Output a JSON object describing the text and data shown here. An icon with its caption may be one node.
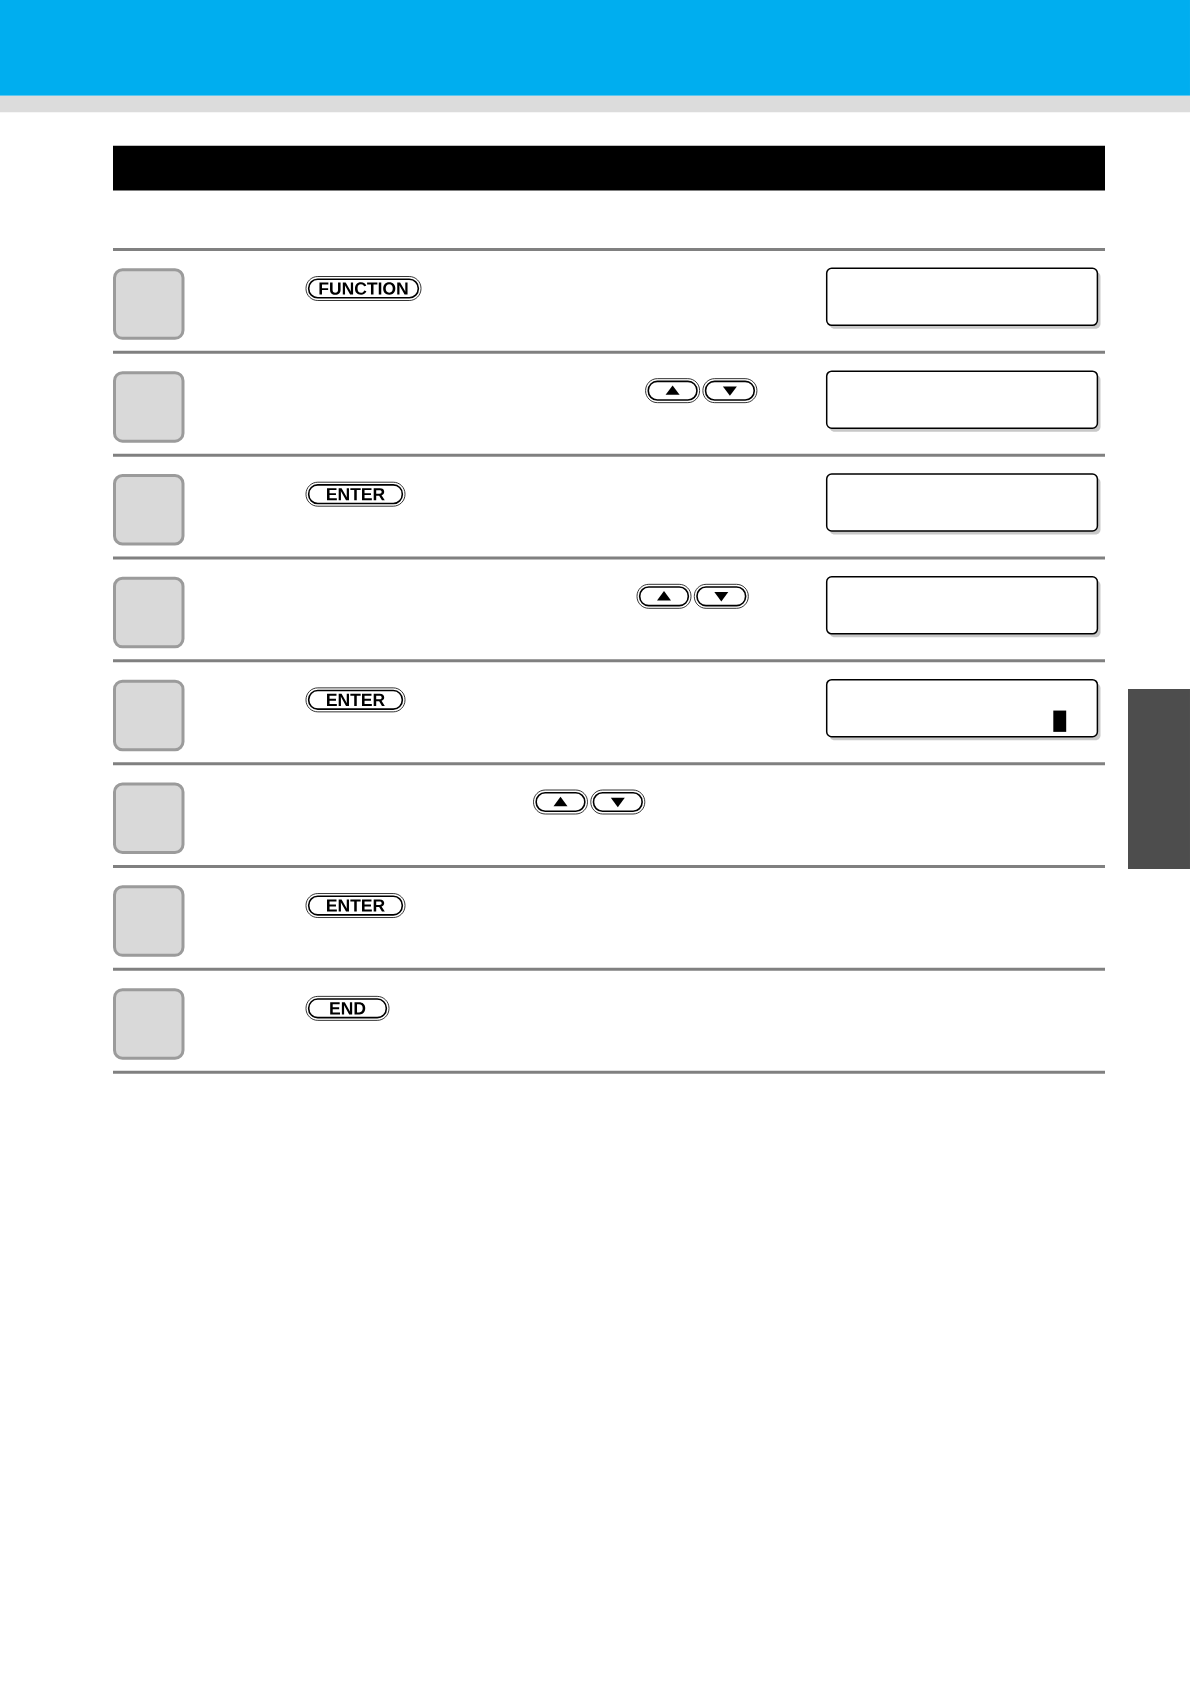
{
  "diagram": {
    "nodes": [
      {
        "text": [],
        "shape": "bar"
      },
      {
        "text": [],
        "shape": "box"
      },
      {
        "text": [
          "FUNCTION"
        ]
      },
      {
        "text": [],
        "shape": "box"
      },
      {
        "text": [],
        "shape": "box"
      },
      {
        "text": [
          "ENTER"
        ]
      },
      {
        "text": [],
        "shape": "box"
      },
      {
        "text": [],
        "shape": "box"
      },
      {
        "text": [
          "ENTER"
        ]
      },
      {
        "text": [],
        "shape": "bar"
      },
      {
        "text": [],
        "shape": "box"
      },
      {
        "text": [],
        "shape": "box"
      },
      {
        "text": [
          "ENTER"
        ]
      },
      {
        "text": [],
        "shape": "box"
      },
      {
        "text": [
          "END"
        ]
      }
    ]
  }
}
